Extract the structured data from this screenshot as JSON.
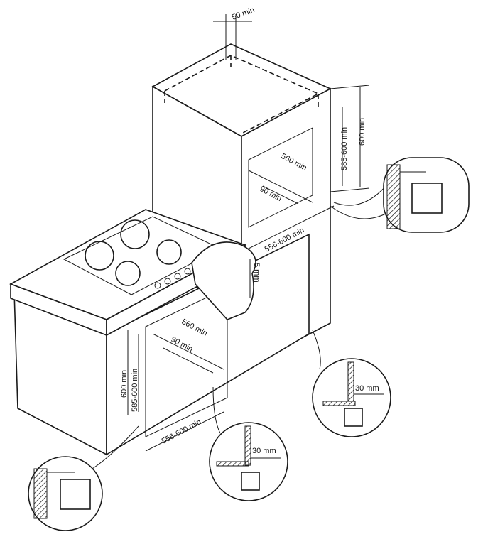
{
  "labels": {
    "top_gap": "50 min",
    "upper_height_range": "585-600 min",
    "upper_height_min": "600 min",
    "upper_depth": "560 min",
    "upper_back_gap": "90 min",
    "upper_width": "556-600 min",
    "hob_gap": "5 mm",
    "lower_depth": "560 min",
    "lower_back_gap": "90 min",
    "lower_height_min": "600 min",
    "lower_height_range": "585-600 min",
    "lower_width": "556-600 min",
    "plinth_gap_right": "30 mm",
    "plinth_gap_left": "30 mm"
  }
}
